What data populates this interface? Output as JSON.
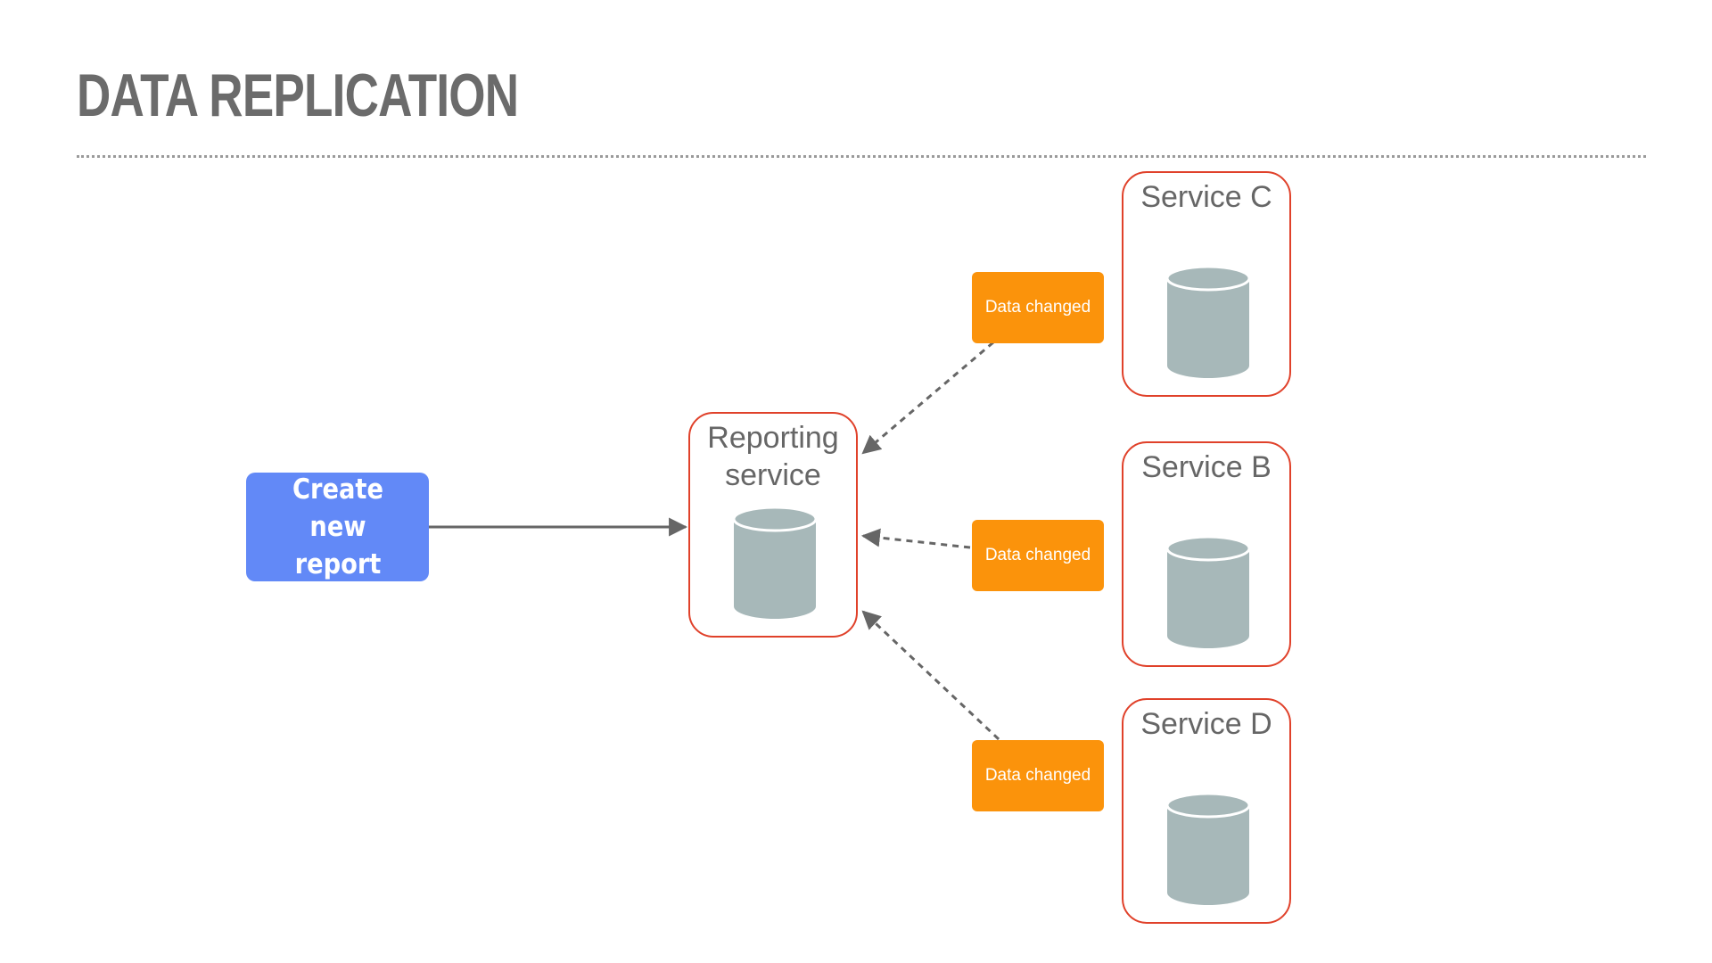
{
  "slide": {
    "title": "DATA REPLICATION"
  },
  "diagram": {
    "start": {
      "label": "Create new report"
    },
    "reporting": {
      "label": "Reporting service"
    },
    "services": [
      {
        "id": "c",
        "label": "Service C",
        "event": "Data changed"
      },
      {
        "id": "b",
        "label": "Service B",
        "event": "Data changed"
      },
      {
        "id": "d",
        "label": "Service D",
        "event": "Data changed"
      }
    ]
  },
  "colors": {
    "title": "#6b6b6b",
    "start_fill": "#6289f7",
    "service_border": "#e0412a",
    "event_fill": "#fb930b",
    "database": "#a7b8b9",
    "connector": "#666666"
  },
  "icons": {
    "database": "database-cylinder-icon",
    "arrowhead": "arrowhead-icon"
  }
}
